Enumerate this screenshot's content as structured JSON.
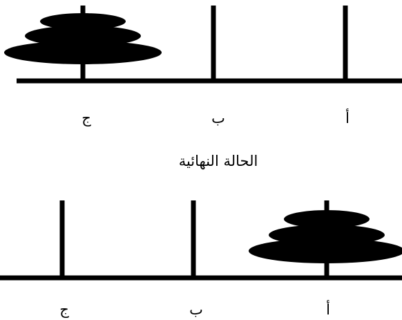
{
  "colors": {
    "ink": "#000000",
    "background": "#ffffff"
  },
  "caption": "الحالة النهائية",
  "top_state": {
    "peg_labels": [
      "أ",
      "ب",
      "ج"
    ],
    "disks_on_peg": "ج",
    "disk_count": 3
  },
  "bottom_state": {
    "peg_labels": [
      "أ",
      "ب",
      "ج"
    ],
    "disks_on_peg": "أ",
    "disk_count": 3
  }
}
